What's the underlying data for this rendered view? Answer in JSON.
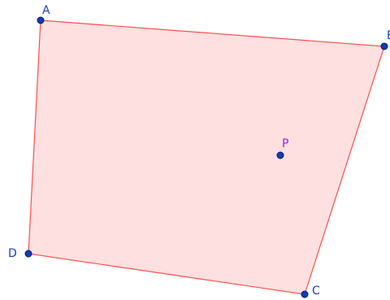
{
  "colors": {
    "fill": "#ffe0e0",
    "edge": "#ff4d4d",
    "vertex": "#0d3db8",
    "vertex_stroke": "#001a66",
    "label_vertex": "#1a3cc8",
    "label_p": "#8a2be2"
  },
  "labels": {
    "A": "A",
    "B": "B",
    "C": "C",
    "D": "D",
    "P": "P"
  }
}
